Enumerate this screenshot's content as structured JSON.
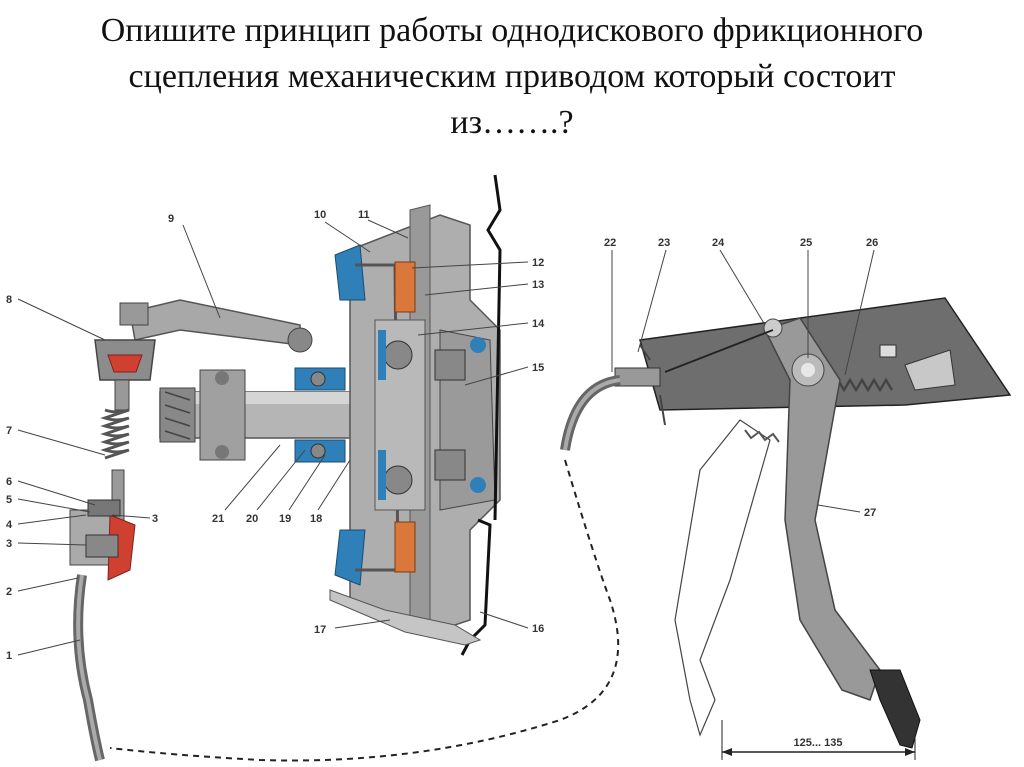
{
  "slide": {
    "title_lines": [
      "Опишите принцип работы однодискового фрикционного",
      "сцепления механическим приводом который состоит",
      "из…….?"
    ]
  },
  "diagram": {
    "labels": [
      "1",
      "2",
      "3",
      "3",
      "4",
      "5",
      "6",
      "7",
      "8",
      "9",
      "10",
      "11",
      "12",
      "13",
      "14",
      "15",
      "16",
      "17",
      "18",
      "19",
      "20",
      "21",
      "22",
      "23",
      "24",
      "25",
      "26",
      "27"
    ],
    "dimension": "125... 135",
    "colors": {
      "gray": "#9c9c9c",
      "dark_gray": "#6e6e6e",
      "blue": "#2f7fb8",
      "orange": "#d9783a",
      "red": "#d04030"
    }
  }
}
